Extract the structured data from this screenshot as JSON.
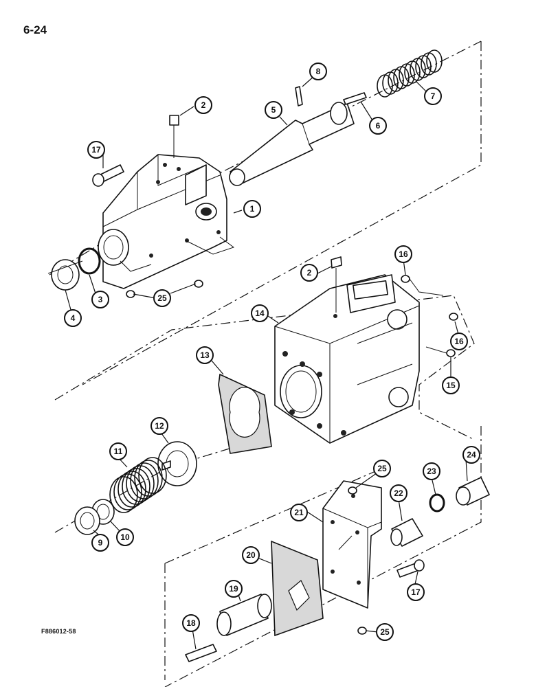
{
  "page": {
    "number": "6-24",
    "figure_code": "F886012-58"
  },
  "colors": {
    "ink": "#111111",
    "paper": "#ffffff",
    "gasket": "#d8d8d8"
  },
  "callouts": [
    {
      "id": "c1",
      "label": "1"
    },
    {
      "id": "c2a",
      "label": "2"
    },
    {
      "id": "c2b",
      "label": "2"
    },
    {
      "id": "c3",
      "label": "3"
    },
    {
      "id": "c4",
      "label": "4"
    },
    {
      "id": "c5",
      "label": "5"
    },
    {
      "id": "c6",
      "label": "6"
    },
    {
      "id": "c7",
      "label": "7"
    },
    {
      "id": "c8",
      "label": "8"
    },
    {
      "id": "c9",
      "label": "9"
    },
    {
      "id": "c10",
      "label": "10"
    },
    {
      "id": "c11",
      "label": "11"
    },
    {
      "id": "c12",
      "label": "12"
    },
    {
      "id": "c13",
      "label": "13"
    },
    {
      "id": "c14",
      "label": "14"
    },
    {
      "id": "c15",
      "label": "15"
    },
    {
      "id": "c16a",
      "label": "16"
    },
    {
      "id": "c16b",
      "label": "16"
    },
    {
      "id": "c17a",
      "label": "17"
    },
    {
      "id": "c17b",
      "label": "17"
    },
    {
      "id": "c18",
      "label": "18"
    },
    {
      "id": "c19",
      "label": "19"
    },
    {
      "id": "c20",
      "label": "20"
    },
    {
      "id": "c21",
      "label": "21"
    },
    {
      "id": "c22",
      "label": "22"
    },
    {
      "id": "c23",
      "label": "23"
    },
    {
      "id": "c24",
      "label": "24"
    },
    {
      "id": "c25a",
      "label": "25"
    },
    {
      "id": "c25b",
      "label": "25"
    },
    {
      "id": "c25c",
      "label": "25"
    }
  ]
}
